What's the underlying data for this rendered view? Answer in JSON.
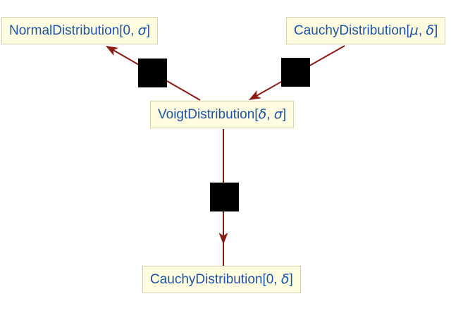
{
  "colors": {
    "background": "#FFFFFF",
    "node_fill": "#FFFCDF",
    "node_border": "#D8D3AB",
    "node_text": "#1D53A6",
    "edge": "#8B1A11",
    "marker_square": "#000000"
  },
  "nodes": [
    {
      "id": "normal-0-sigma",
      "label": "NormalDistribution[0, σ]",
      "parts": [
        {
          "text": "NormalDistribution[0, "
        },
        {
          "text": "σ",
          "greek": true
        },
        {
          "text": "]"
        }
      ]
    },
    {
      "id": "cauchy-mu-delta",
      "label": "CauchyDistribution[μ, δ]",
      "parts": [
        {
          "text": "CauchyDistribution["
        },
        {
          "text": "μ",
          "greek": true
        },
        {
          "text": ", "
        },
        {
          "text": "δ",
          "greek": true
        },
        {
          "text": "]"
        }
      ]
    },
    {
      "id": "voigt-delta-sigma",
      "label": "VoigtDistribution[δ, σ]",
      "parts": [
        {
          "text": "VoigtDistribution["
        },
        {
          "text": "δ",
          "greek": true
        },
        {
          "text": ", "
        },
        {
          "text": "σ",
          "greek": true
        },
        {
          "text": "]"
        }
      ]
    },
    {
      "id": "cauchy-0-delta",
      "label": "CauchyDistribution[0, δ]",
      "parts": [
        {
          "text": "CauchyDistribution[0, "
        },
        {
          "text": "δ",
          "greek": true
        },
        {
          "text": "]"
        }
      ]
    }
  ],
  "edges": [
    {
      "from": "VoigtDistribution[δ, σ]",
      "to": "NormalDistribution[0, σ]",
      "marker": "black-square"
    },
    {
      "from": "CauchyDistribution[μ, δ]",
      "to": "VoigtDistribution[δ, σ]",
      "marker": "black-square"
    },
    {
      "from": "VoigtDistribution[δ, σ]",
      "to": "CauchyDistribution[0, δ]",
      "marker": "black-square"
    }
  ]
}
